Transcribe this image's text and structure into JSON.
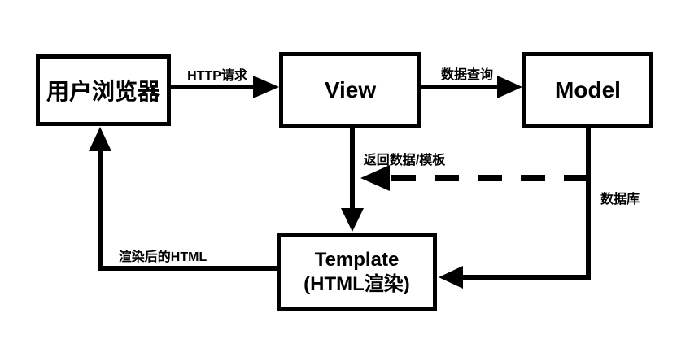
{
  "diagram": {
    "background": "#ffffff",
    "ink_color": "#000000",
    "nodes": {
      "browser": {
        "label": "用户浏览器"
      },
      "view": {
        "label": "View"
      },
      "model": {
        "label": "Model"
      },
      "template": {
        "label_line1": "Template",
        "label_line2": "(HTML渲染)"
      }
    },
    "edges": {
      "http_request": {
        "label": "HTTP请求",
        "from": "browser",
        "to": "view",
        "style": "solid"
      },
      "data_query": {
        "label": "数据查询",
        "from": "view",
        "to": "model",
        "style": "solid"
      },
      "view_to_template": {
        "label": "",
        "from": "view",
        "to": "template",
        "style": "solid"
      },
      "return_data": {
        "label": "返回数据/模板",
        "from": "model",
        "to": "view",
        "style": "dashed"
      },
      "database": {
        "label": "数据库",
        "from": "model",
        "to": "template",
        "style": "solid"
      },
      "rendered_html": {
        "label": "渲染后的HTML",
        "from": "template",
        "to": "browser",
        "style": "solid"
      }
    }
  }
}
